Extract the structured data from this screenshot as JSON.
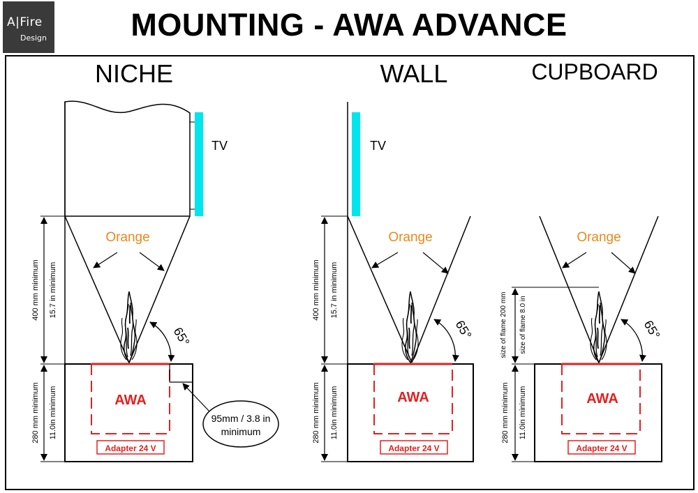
{
  "header": {
    "logo_line1": "A|Fire",
    "logo_line2": "Design",
    "title": "MOUNTING - AWA ADVANCE"
  },
  "sections": {
    "niche": "NICHE",
    "wall": "WALL",
    "cupboard": "CUPBOARD"
  },
  "labels": {
    "tv": "TV",
    "orange": "Orange",
    "angle": "65°",
    "awa": "AWA",
    "adapter": "Adapter 24 V",
    "dim_400mm": "400 mm minimum",
    "dim_15in": "15.7 in  minimum",
    "dim_280mm": "280 mm minimum",
    "dim_11in": "11.0in  minimum",
    "flame_mm": "size of flame 200 mm",
    "flame_in": "size of flame 8.0 in",
    "clearance_line1": "95mm / 3.8 in",
    "clearance_line2": "minimum"
  },
  "colors": {
    "tv": "#00e5ee",
    "orange_text": "#e8891a",
    "awa_red": "#e02020",
    "line": "#000000"
  }
}
